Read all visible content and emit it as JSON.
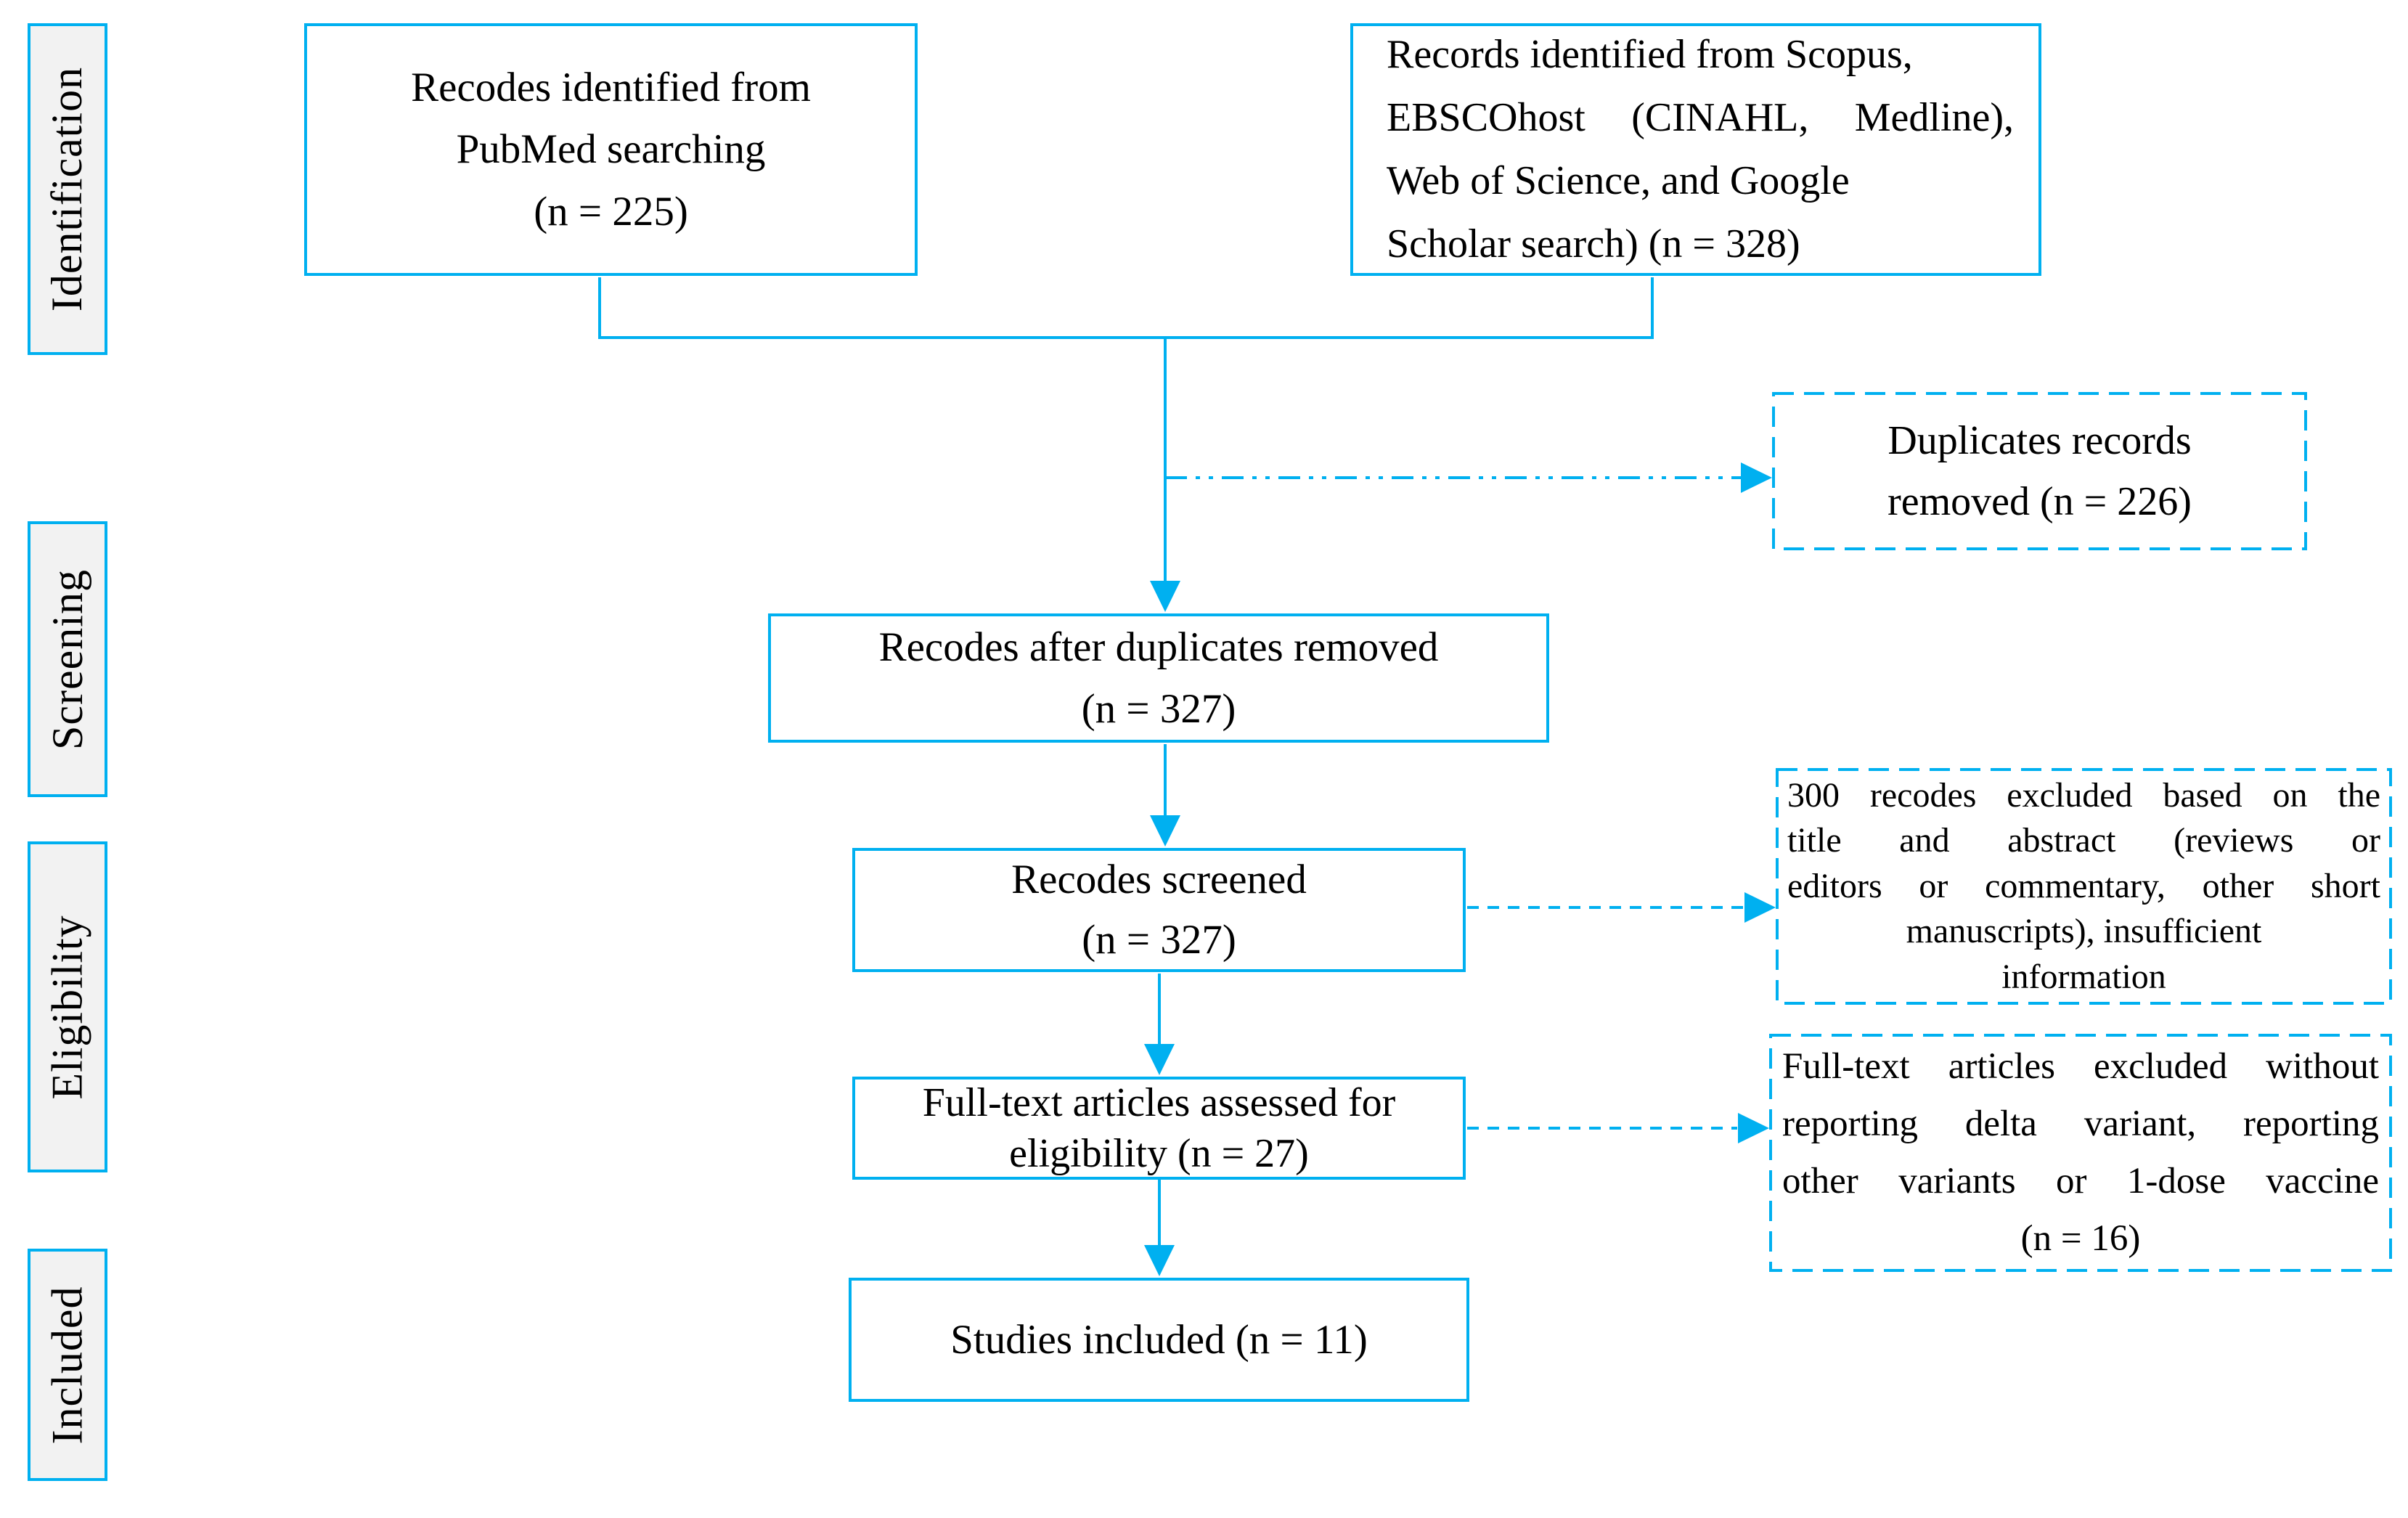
{
  "colors": {
    "accent": "#00b0f0",
    "sidebar_fill": "#f2f2f2",
    "text": "#000000",
    "background": "#ffffff"
  },
  "sidebar": [
    {
      "label": "Identification"
    },
    {
      "label": "Screening"
    },
    {
      "label": "Eligibility"
    },
    {
      "label": "Included"
    }
  ],
  "boxes": {
    "pubmed": {
      "lines": [
        "Recodes identified from",
        "PubMed searching",
        "(n = 225)"
      ]
    },
    "databases": {
      "lines": [
        "Records identified from Scopus,",
        "EBSCOhost (CINAHL, Medline),",
        "Web of Science, and Google",
        "Scholar search) (n = 328)"
      ]
    },
    "duplicates_removed": {
      "lines": [
        "Duplicates records",
        "removed (n = 226)"
      ]
    },
    "after_duplicates": {
      "lines": [
        "Recodes after duplicates removed",
        "(n = 327)"
      ]
    },
    "screened": {
      "lines": [
        "Recodes screened",
        "(n = 327)"
      ]
    },
    "excluded_screening": {
      "lines": [
        "300 recodes excluded based on the",
        "title and abstract (reviews or",
        "editors or commentary, other short",
        "manuscripts), insufficient",
        "information"
      ]
    },
    "fulltext_assessed": {
      "lines": [
        "Full-text articles assessed for",
        "eligibility (n = 27)"
      ]
    },
    "excluded_fulltext": {
      "lines": [
        "Full-text articles excluded without",
        "reporting delta variant, reporting",
        "other variants or 1-dose vaccine",
        "(n = 16)"
      ]
    },
    "included_studies": {
      "lines": [
        "Studies included (n = 11)"
      ]
    }
  }
}
